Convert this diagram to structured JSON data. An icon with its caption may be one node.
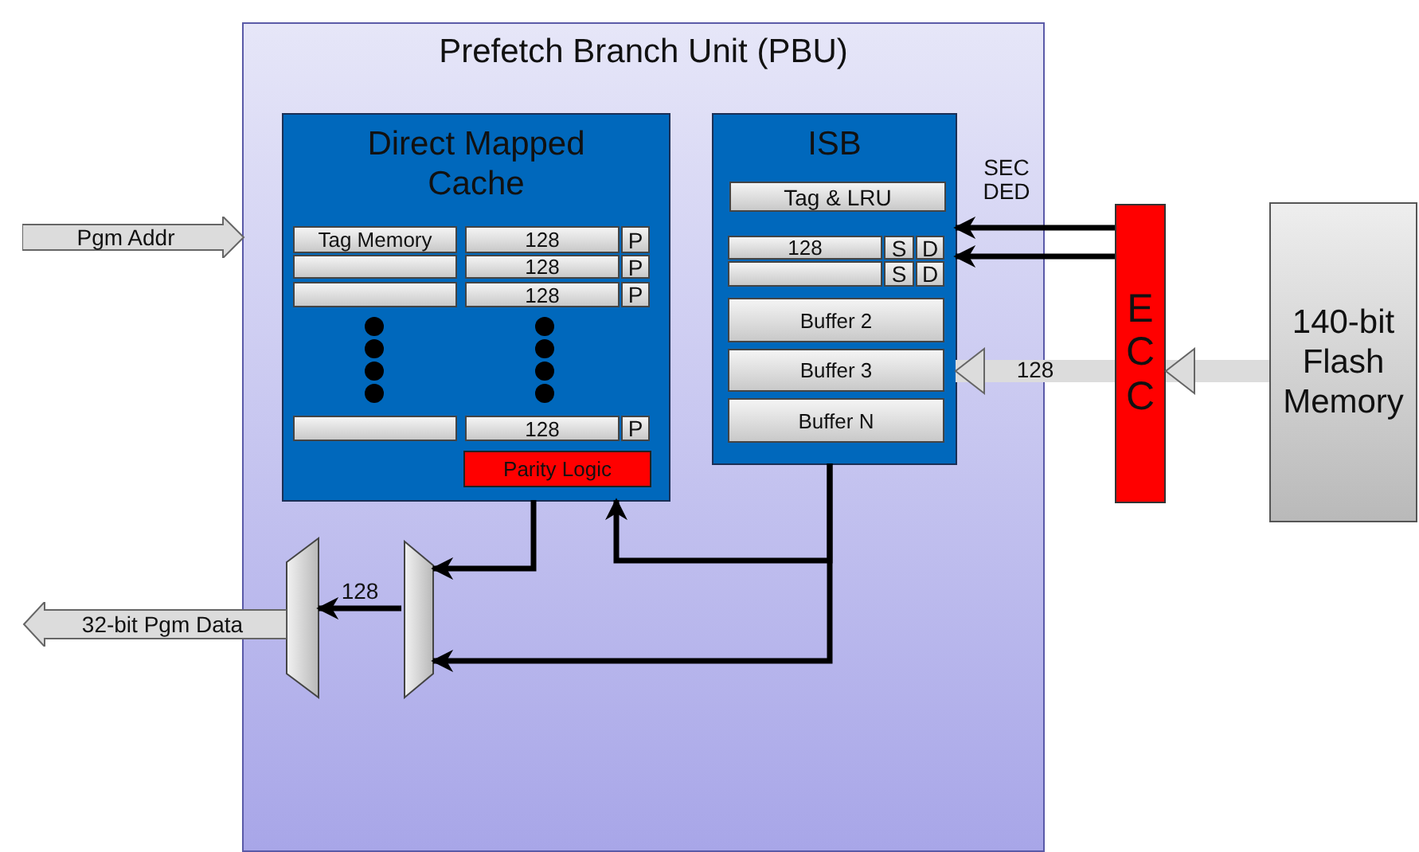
{
  "diagram": {
    "nodes": [
      {
        "text": [
          "Prefetch Branch Unit (PBU)"
        ]
      },
      {
        "text": [
          "Direct Mapped Cache"
        ],
        "in": 0
      },
      {
        "text": [
          "Tag Memory"
        ],
        "in": 1
      },
      {
        "text": [
          "128"
        ],
        "in": 1
      },
      {
        "text": [
          "P"
        ],
        "in": 1
      },
      {
        "text": [],
        "shape": "box",
        "in": 1
      },
      {
        "text": [
          "128"
        ],
        "in": 1
      },
      {
        "text": [
          "P"
        ],
        "in": 1
      },
      {
        "text": [],
        "shape": "box",
        "in": 1
      },
      {
        "text": [
          "128"
        ],
        "in": 1
      },
      {
        "text": [
          "P"
        ],
        "in": 1
      },
      {
        "text": [],
        "shape": "box",
        "in": 1
      },
      {
        "text": [
          "128"
        ],
        "in": 1
      },
      {
        "text": [
          "P"
        ],
        "in": 1
      },
      {
        "text": [
          "Parity Logic"
        ],
        "in": 1
      },
      {
        "text": [
          "ISB"
        ],
        "in": 0
      },
      {
        "text": [
          "Tag & LRU"
        ],
        "in": 15
      },
      {
        "text": [
          "128"
        ],
        "in": 15
      },
      {
        "text": [
          "S"
        ],
        "in": 15
      },
      {
        "text": [
          "D"
        ],
        "in": 15
      },
      {
        "text": [],
        "shape": "box",
        "in": 15
      },
      {
        "text": [
          "S"
        ],
        "in": 15
      },
      {
        "text": [
          "D"
        ],
        "in": 15
      },
      {
        "text": [
          "Buffer 2"
        ],
        "in": 15
      },
      {
        "text": [
          "Buffer 3"
        ],
        "in": 15
      },
      {
        "text": [
          "Buffer N"
        ],
        "in": 15
      },
      {
        "text": [
          "ECC"
        ]
      },
      {
        "text": [
          "140-bit Flash Memory"
        ]
      },
      {
        "text": [],
        "shape": "trapezoid",
        "in": 0
      },
      {
        "text": [],
        "shape": "trapezoid",
        "in": 0
      },
      {
        "text": [
          "Pgm Addr"
        ]
      },
      {
        "text": [
          "32-bit Pgm Data"
        ]
      }
    ],
    "edges": [
      {
        "from": 26,
        "to": 15,
        "arrow": "to"
      },
      {
        "from": 26,
        "to": 15,
        "arrow": "to"
      },
      {
        "from": 26,
        "to": 15,
        "arrow": "to",
        "label": "128",
        "style": "thick",
        "color": "#dcdcdc"
      },
      {
        "from": 27,
        "to": 26,
        "arrow": "to",
        "style": "thick",
        "color": "#dcdcdc"
      },
      {
        "from": 1,
        "to": 29,
        "arrow": "to"
      },
      {
        "from": 15,
        "to": 29,
        "arrow": "to"
      },
      {
        "from": 15,
        "to": 1,
        "arrow": "to"
      },
      {
        "from": 29,
        "to": 28,
        "arrow": "to",
        "label": "128"
      }
    ],
    "labels": [
      "SEC DED"
    ]
  }
}
